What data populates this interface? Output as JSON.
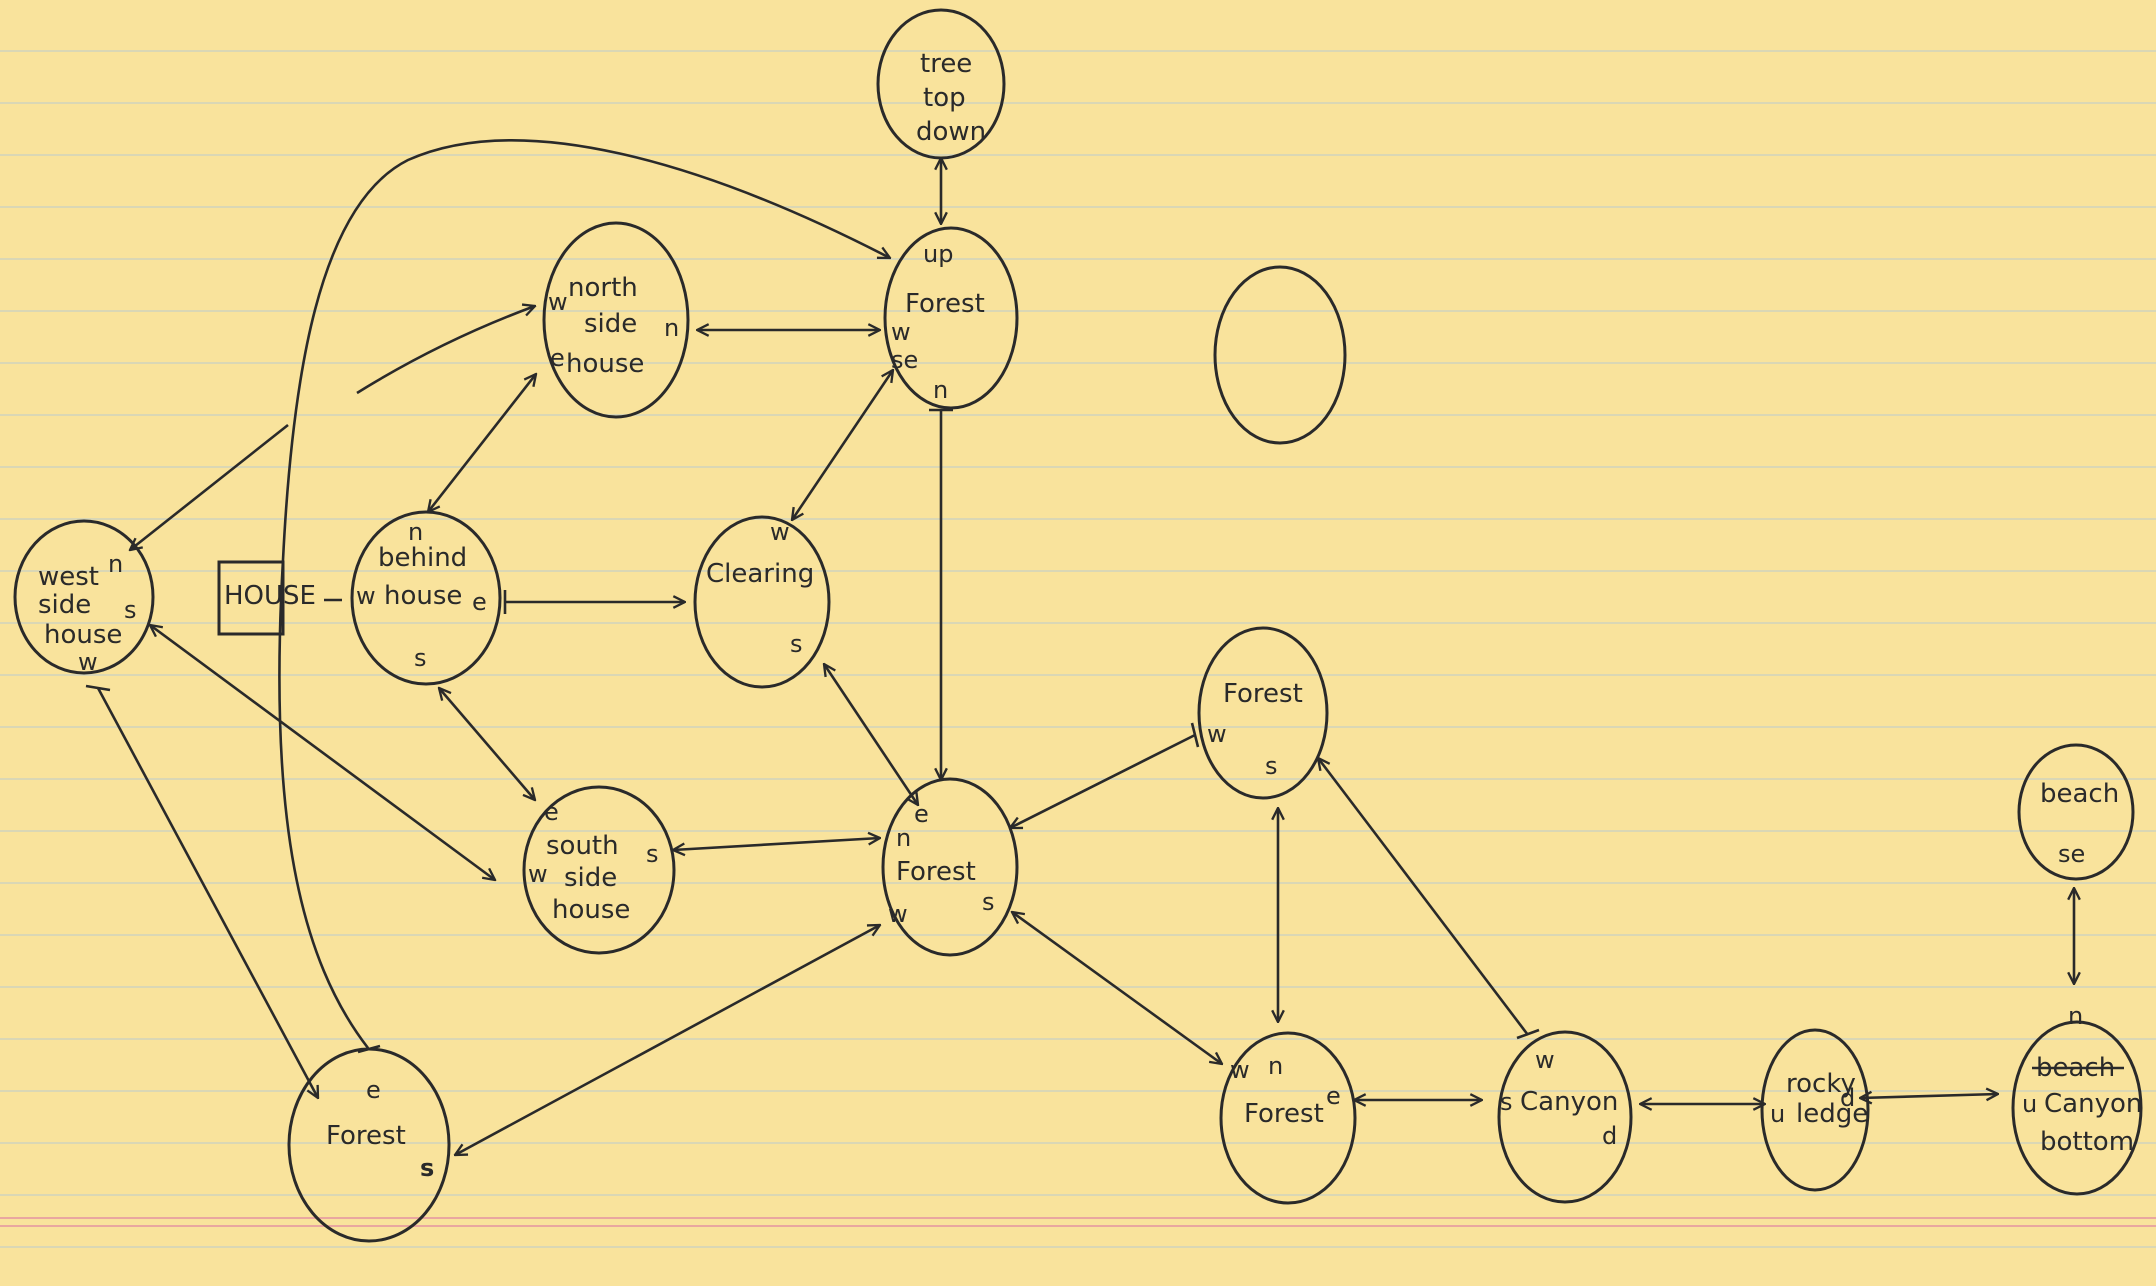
{
  "diagram": {
    "nodes": [
      {
        "id": "tree-top-down",
        "lines": [
          "tree",
          "top",
          "down"
        ],
        "dirs": []
      },
      {
        "id": "forest-top",
        "lines": [
          "Forest"
        ],
        "dirs": [
          "up",
          "w",
          "se",
          "n"
        ]
      },
      {
        "id": "north-side-house",
        "lines": [
          "north",
          "side",
          "house"
        ],
        "dirs": [
          "w",
          "e",
          "n"
        ]
      },
      {
        "id": "empty",
        "lines": [],
        "dirs": []
      },
      {
        "id": "west-side-house",
        "lines": [
          "west",
          "side",
          "house"
        ],
        "dirs": [
          "n",
          "s",
          "w"
        ]
      },
      {
        "id": "house-box",
        "lines": [
          "HOUSE"
        ],
        "dirs": []
      },
      {
        "id": "behind-house",
        "lines": [
          "behind",
          "house"
        ],
        "dirs": [
          "n",
          "w",
          "e",
          "s"
        ]
      },
      {
        "id": "clearing",
        "lines": [
          "Clearing"
        ],
        "dirs": [
          "w",
          "s"
        ]
      },
      {
        "id": "forest-east",
        "lines": [
          "Forest"
        ],
        "dirs": [
          "w",
          "s"
        ]
      },
      {
        "id": "beach",
        "lines": [
          "beach"
        ],
        "dirs": [
          "se"
        ]
      },
      {
        "id": "south-side-house",
        "lines": [
          "south",
          "side",
          "house"
        ],
        "dirs": [
          "e",
          "w",
          "s"
        ]
      },
      {
        "id": "forest-center",
        "lines": [
          "Forest"
        ],
        "dirs": [
          "e",
          "n",
          "w",
          "s"
        ]
      },
      {
        "id": "forest-bottom-left",
        "lines": [
          "Forest"
        ],
        "dirs": [
          "e",
          "s"
        ]
      },
      {
        "id": "forest-bottom",
        "lines": [
          "Forest"
        ],
        "dirs": [
          "w",
          "n",
          "e"
        ]
      },
      {
        "id": "canyon",
        "lines": [
          "Canyon"
        ],
        "dirs": [
          "w",
          "s",
          "d"
        ]
      },
      {
        "id": "rocky-ledge",
        "lines": [
          "rocky",
          "ledge"
        ],
        "dirs": [
          "u",
          "d"
        ]
      },
      {
        "id": "canyon-bottom",
        "lines": [
          "beach",
          "Canyon",
          "bottom"
        ],
        "dirs": [
          "n",
          "u"
        ]
      }
    ],
    "edges": [
      {
        "from": "tree-top-down",
        "to": "forest-top"
      },
      {
        "from": "north-side-house",
        "to": "forest-top"
      },
      {
        "from": "forest-top",
        "to": "clearing"
      },
      {
        "from": "forest-top",
        "to": "forest-center"
      },
      {
        "from": "behind-house",
        "to": "north-side-house"
      },
      {
        "from": "behind-house",
        "to": "south-side-house"
      },
      {
        "from": "behind-house",
        "to": "clearing"
      },
      {
        "from": "clearing",
        "to": "forest-center"
      },
      {
        "from": "south-side-house",
        "to": "forest-center"
      },
      {
        "from": "forest-east",
        "to": "forest-center"
      },
      {
        "from": "forest-center",
        "to": "forest-bottom-left"
      },
      {
        "from": "forest-center",
        "to": "forest-bottom"
      },
      {
        "from": "forest-east",
        "to": "forest-bottom"
      },
      {
        "from": "forest-bottom",
        "to": "canyon"
      },
      {
        "from": "canyon",
        "to": "forest-east"
      },
      {
        "from": "canyon",
        "to": "rocky-ledge"
      },
      {
        "from": "rocky-ledge",
        "to": "canyon-bottom"
      },
      {
        "from": "canyon-bottom",
        "to": "beach"
      },
      {
        "from": "west-side-house",
        "to": "forest-bottom-left"
      },
      {
        "from": "forest-bottom-left",
        "to": "forest-top"
      },
      {
        "from": "west-side-house",
        "to": "north-side-house"
      },
      {
        "from": "west-side-house",
        "to": "south-side-house"
      }
    ]
  }
}
